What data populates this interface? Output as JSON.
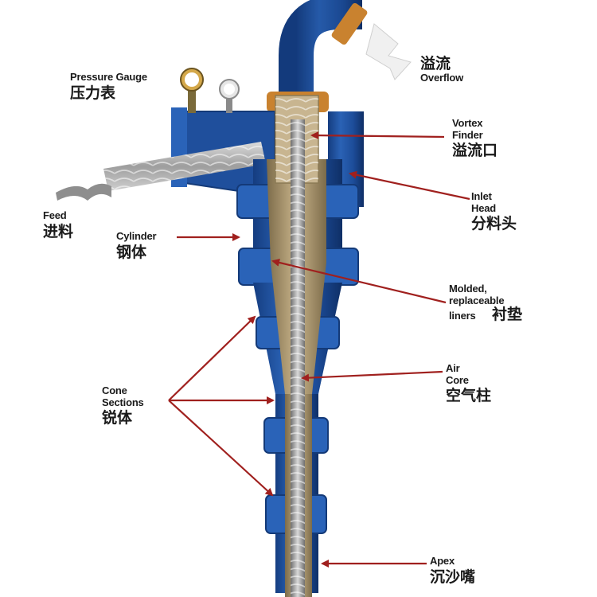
{
  "labels": {
    "overflow": {
      "en": "Overflow",
      "zh": "溢流"
    },
    "pressure_gauge": {
      "en": "Pressure Gauge",
      "zh": "压力表"
    },
    "vortex_finder": {
      "en_line1": "Vortex",
      "en_line2": "Finder",
      "zh": "溢流口"
    },
    "inlet_head": {
      "en_line1": "Inlet",
      "en_line2": "Head",
      "zh": "分料头"
    },
    "feed": {
      "en": "Feed",
      "zh": "进料"
    },
    "cylinder": {
      "en": "Cylinder",
      "zh": "钢体"
    },
    "liners": {
      "en_line1": "Molded,",
      "en_line2": "replaceable",
      "en_line3": "liners",
      "zh": "衬垫"
    },
    "air_core": {
      "en_line1": "Air",
      "en_line2": "Core",
      "zh": "空气柱"
    },
    "cone_sections": {
      "en_line1": "Cone",
      "en_line2": "Sections",
      "zh": "锐体"
    },
    "apex": {
      "en": "Apex",
      "zh": "沉沙嘴"
    }
  },
  "colors": {
    "body_blue": "#1f4f9c",
    "body_dark": "#143a78",
    "flange_blue": "#2a63b8",
    "liner_tan": "#b7a27a",
    "air_core_grey": "#9a9a9a",
    "coupling_orange": "#c9822f",
    "arrow_red": "#a0201e",
    "text": "#1a1a1a"
  }
}
